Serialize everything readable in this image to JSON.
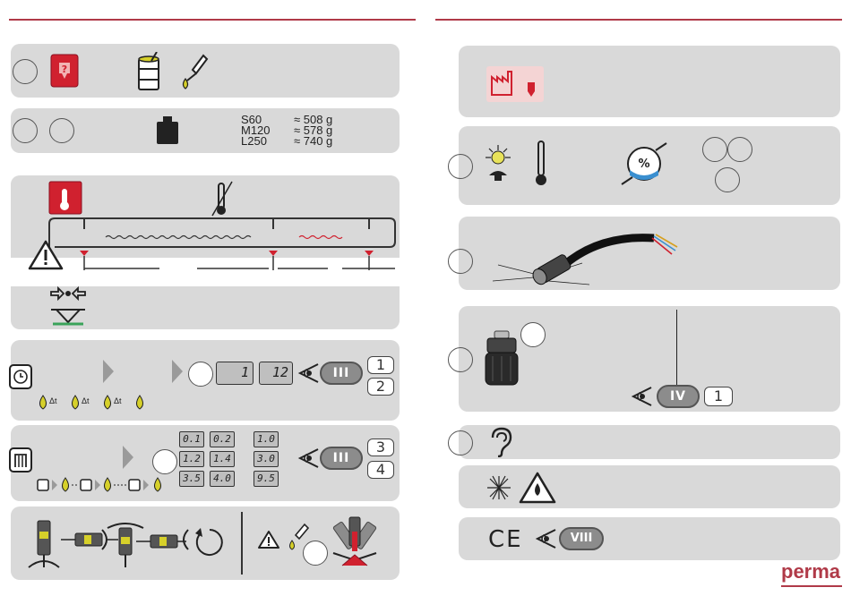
{
  "weights": [
    {
      "model": "S60",
      "value": "≈ 508 g"
    },
    {
      "model": "M120",
      "value": "≈ 578 g"
    },
    {
      "model": "L250",
      "value": "≈ 740 g"
    }
  ],
  "time_mode": {
    "lcd_left": "1",
    "lcd_right": "12",
    "pill": "III",
    "options": [
      "1",
      "2"
    ],
    "delta_label": "Δt"
  },
  "volume_mode": {
    "lcd_values": [
      "0.1",
      "0.2",
      "1.0",
      "1.2",
      "1.4",
      "3.0",
      "3.5",
      "4.0",
      "9.5"
    ],
    "pill": "III",
    "options": [
      "3",
      "4"
    ]
  },
  "mounting": {
    "pill": "IV",
    "option": "1"
  },
  "certification": {
    "ce": "CE",
    "pill": "VIII"
  },
  "brand": "perma",
  "colors": {
    "accent": "#b03a48",
    "panel": "#d9d9d9",
    "warning_red": "#d0212f",
    "lube_yellow": "#d6d02a"
  },
  "icons": [
    "question-drop-icon",
    "drum-icon",
    "oil-can-icon",
    "weight-icon",
    "thermometer-icon",
    "warning-icon",
    "factory-icon",
    "sun-icon",
    "humidity-icon",
    "cable-connector-icon",
    "drive-unit-icon",
    "eye-icon",
    "ear-icon",
    "explosion-icon",
    "water-warning-icon",
    "clock-icon",
    "cartridge-icon",
    "rotate-icon"
  ]
}
